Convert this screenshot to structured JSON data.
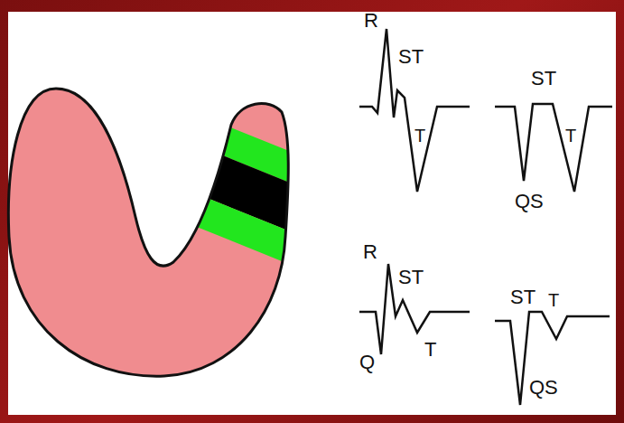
{
  "diagram": {
    "labels": [
      "R",
      "ST",
      "T",
      "ST",
      "T",
      "QS",
      "R",
      "ST",
      "Q",
      "T",
      "ST",
      "T",
      "QS"
    ]
  }
}
